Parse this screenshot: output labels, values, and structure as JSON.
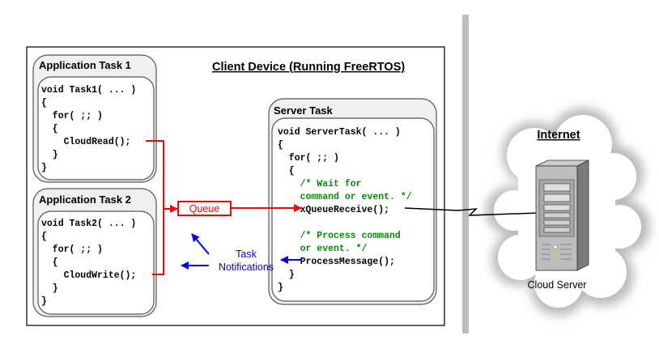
{
  "client": {
    "title": "Client Device (Running FreeRTOS)"
  },
  "task1": {
    "title": "Application Task 1",
    "code": [
      "void Task1( ... )",
      "{",
      "  for( ;; )",
      "  {",
      "    CloudRead();",
      "  }",
      "}"
    ]
  },
  "task2": {
    "title": "Application Task 2",
    "code": [
      "void Task2( ... )",
      "{",
      "  for( ;; )",
      "  {",
      "    CloudWrite();",
      "  }",
      "}"
    ]
  },
  "server_task": {
    "title": "Server Task",
    "code": [
      {
        "text": "void ServerTask( ... )",
        "comment": false
      },
      {
        "text": "{",
        "comment": false
      },
      {
        "text": "  for( ;; )",
        "comment": false
      },
      {
        "text": "  {",
        "comment": false
      },
      {
        "text": "    /* Wait for",
        "comment": true
      },
      {
        "text": "    command or event. */",
        "comment": true
      },
      {
        "text": "    xQueueReceive();",
        "comment": false
      },
      {
        "text": "",
        "comment": false
      },
      {
        "text": "    /* Process command",
        "comment": true
      },
      {
        "text": "    or event. */",
        "comment": true
      },
      {
        "text": "    ProcessMessage();",
        "comment": false
      },
      {
        "text": "  }",
        "comment": false
      },
      {
        "text": "}",
        "comment": false
      }
    ]
  },
  "queue": {
    "label": "Queue"
  },
  "notifications": {
    "line1": "Task",
    "line2": "Notifications"
  },
  "internet": {
    "title": "Internet",
    "server_label": "Cloud Server"
  },
  "colors": {
    "queue": "#ff0000",
    "notification": "#0000ff",
    "comment": "#0a8a0a"
  }
}
